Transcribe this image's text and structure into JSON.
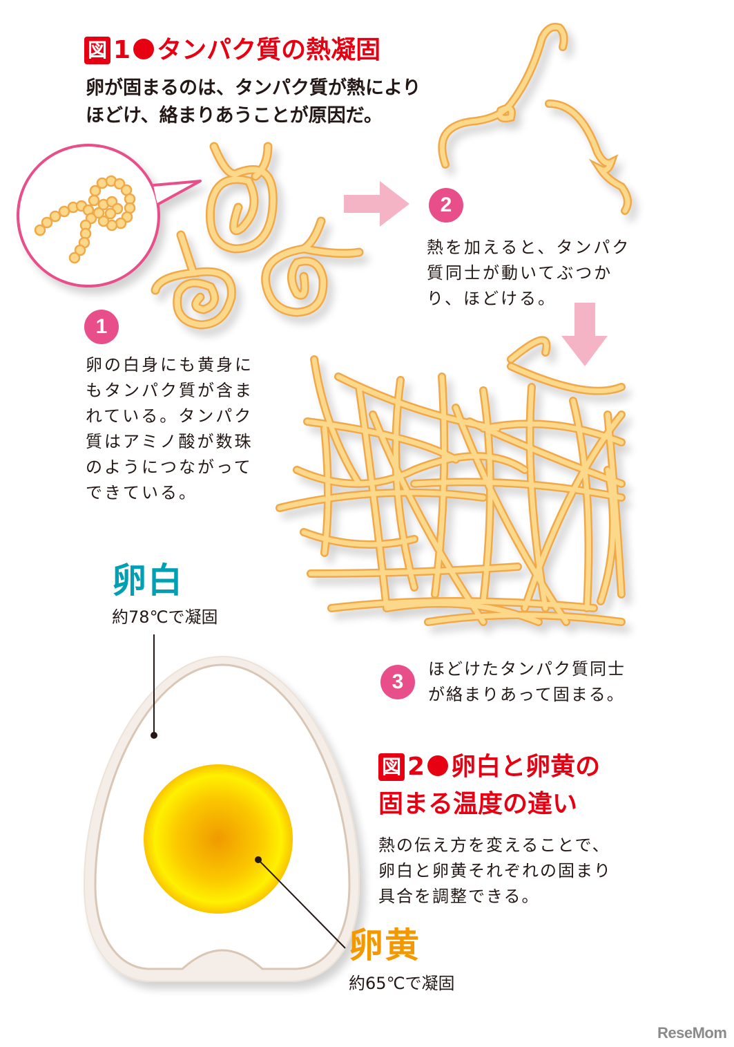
{
  "figure1": {
    "badge": "図",
    "number": "1",
    "title": "タンパク質の熱凝固",
    "lead": "卵が固まるのは、タンパク質が熱により\nほどけ、絡まりあうことが原因だ。",
    "steps": [
      {
        "number": "1",
        "text": "卵の白身にも黄身に\nもタンパク質が含ま\nれている。タンパク\n質はアミノ酸が数珠\nのようにつながって\nできている。"
      },
      {
        "number": "2",
        "text": "熱を加えると、タンパク\n質同士が動いてぶつか\nり、ほどける。"
      },
      {
        "number": "3",
        "text": "ほどけたタンパク質同士\nが絡まりあって固まる。"
      }
    ]
  },
  "figure2": {
    "badge": "図",
    "number": "2",
    "title_line1": "卵白と卵黄の",
    "title_line2": "固まる温度の違い",
    "lead": "熱の伝え方を変えることで、\n卵白と卵黄それぞれの固まり\n具合を調整できる。",
    "egg_white": {
      "label": "卵白",
      "temp": "約78℃で凝固"
    },
    "egg_yolk": {
      "label": "卵黄",
      "temp": "約65℃で凝固"
    }
  },
  "colors": {
    "title_red": "#e60012",
    "step_pink": "#e84f8a",
    "arrow_pink": "#f4b4c6",
    "protein_fill": "#fcd98a",
    "protein_stroke": "#f0a848",
    "white_teal": "#00a0b4",
    "yolk_orange": "#f39800"
  },
  "logo": {
    "text": "ReseMom"
  }
}
